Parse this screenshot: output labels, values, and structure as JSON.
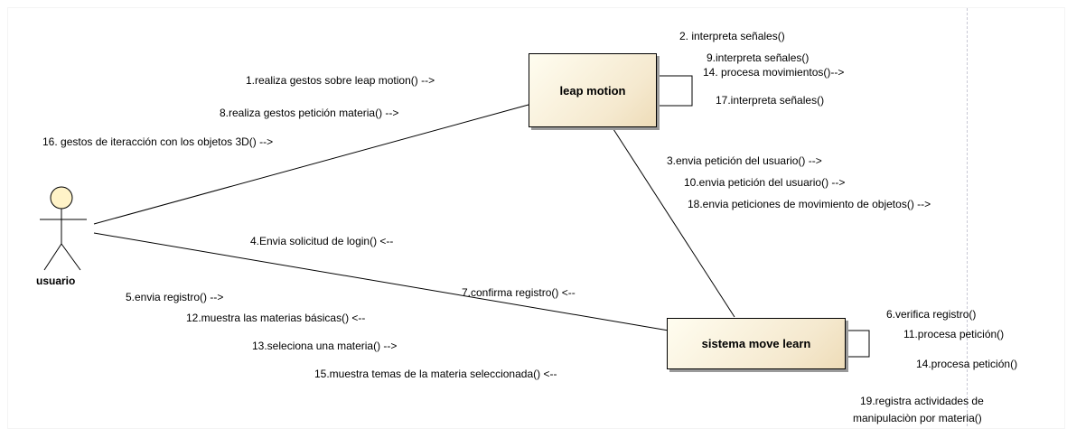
{
  "diagram": {
    "actor": {
      "name": "usuario"
    },
    "objects": {
      "leap": "leap motion",
      "sistema": "sistema move learn"
    },
    "messages": {
      "m2": "2. interpreta señales()",
      "m9": "9.interpreta señales()",
      "m14a": "14. procesa movimientos()-->",
      "m17": "17.interpreta señales()",
      "m1": "1.realiza gestos sobre leap motion() -->",
      "m8": "8.realiza gestos petición materia() -->",
      "m16": "16. gestos de iteracción con los objetos 3D() -->",
      "m3": "3.envia petición del usuario() -->",
      "m10": "10.envia petición del usuario() -->",
      "m18": "18.envia peticiones de movimiento de objetos() -->",
      "m4": "4.Envia solicitud de login() <--",
      "m7": "7.confirma registro() <--",
      "m5": "5.envia registro() -->",
      "m12": "12.muestra las materias básicas() <--",
      "m13": "13.seleciona una materia() -->",
      "m15": "15.muestra temas de la materia seleccionada() <--",
      "m6": "6.verifica registro()",
      "m11": "11.procesa petición()",
      "m14b": "14.procesa petición()",
      "m19a": "19.registra actividades de",
      "m19b": "manipulaciòn por materia()"
    },
    "colors": {
      "object_fill": "#f5e9cf",
      "line": "#000000"
    }
  }
}
